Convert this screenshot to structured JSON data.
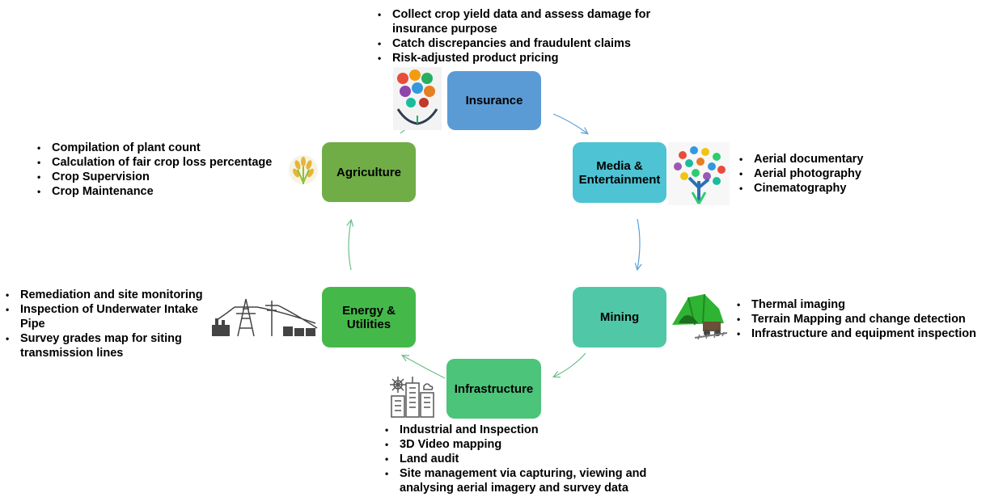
{
  "colors": {
    "insurance": "#5b9bd5",
    "media": "#4ec3d3",
    "mining": "#50c8a8",
    "infrastructure": "#4cc47a",
    "energy": "#45b84a",
    "agriculture": "#70ad47",
    "arrow_blue": "#5aa0d8",
    "arrow_green": "#6cc08a"
  },
  "nodes": {
    "insurance": {
      "label": "Insurance",
      "icon": "insurance-hands-icon"
    },
    "media": {
      "label_line1": "Media &",
      "label_line2": "Entertainment",
      "icon": "media-tree-icon"
    },
    "mining": {
      "label": "Mining",
      "icon": "mining-cart-icon"
    },
    "infrastructure": {
      "label": "Infrastructure",
      "icon": "city-buildings-icon"
    },
    "energy": {
      "label_line1": "Energy &",
      "label_line2": "Utilities",
      "icon": "power-tower-icon"
    },
    "agriculture": {
      "label": "Agriculture",
      "icon": "wheat-icon"
    }
  },
  "bullets": {
    "insurance": [
      "Collect crop yield data and assess damage for insurance purpose",
      "Catch discrepancies and fraudulent claims",
      "Risk-adjusted product pricing"
    ],
    "media": [
      "Aerial documentary",
      "Aerial photography",
      "Cinematography"
    ],
    "mining": [
      "Thermal imaging",
      "Terrain Mapping and change detection",
      "Infrastructure and equipment inspection"
    ],
    "infrastructure": [
      "Industrial and Inspection",
      "3D Video mapping",
      "Land audit",
      "Site management via capturing, viewing and analysing aerial imagery and survey data"
    ],
    "energy": [
      "Remediation and site monitoring",
      "Inspection of Underwater Intake Pipe",
      "Survey grades map for siting transmission lines"
    ],
    "agriculture": [
      "Compilation of plant count",
      "Calculation of fair crop loss percentage",
      "Crop Supervision",
      "Crop Maintenance"
    ]
  }
}
